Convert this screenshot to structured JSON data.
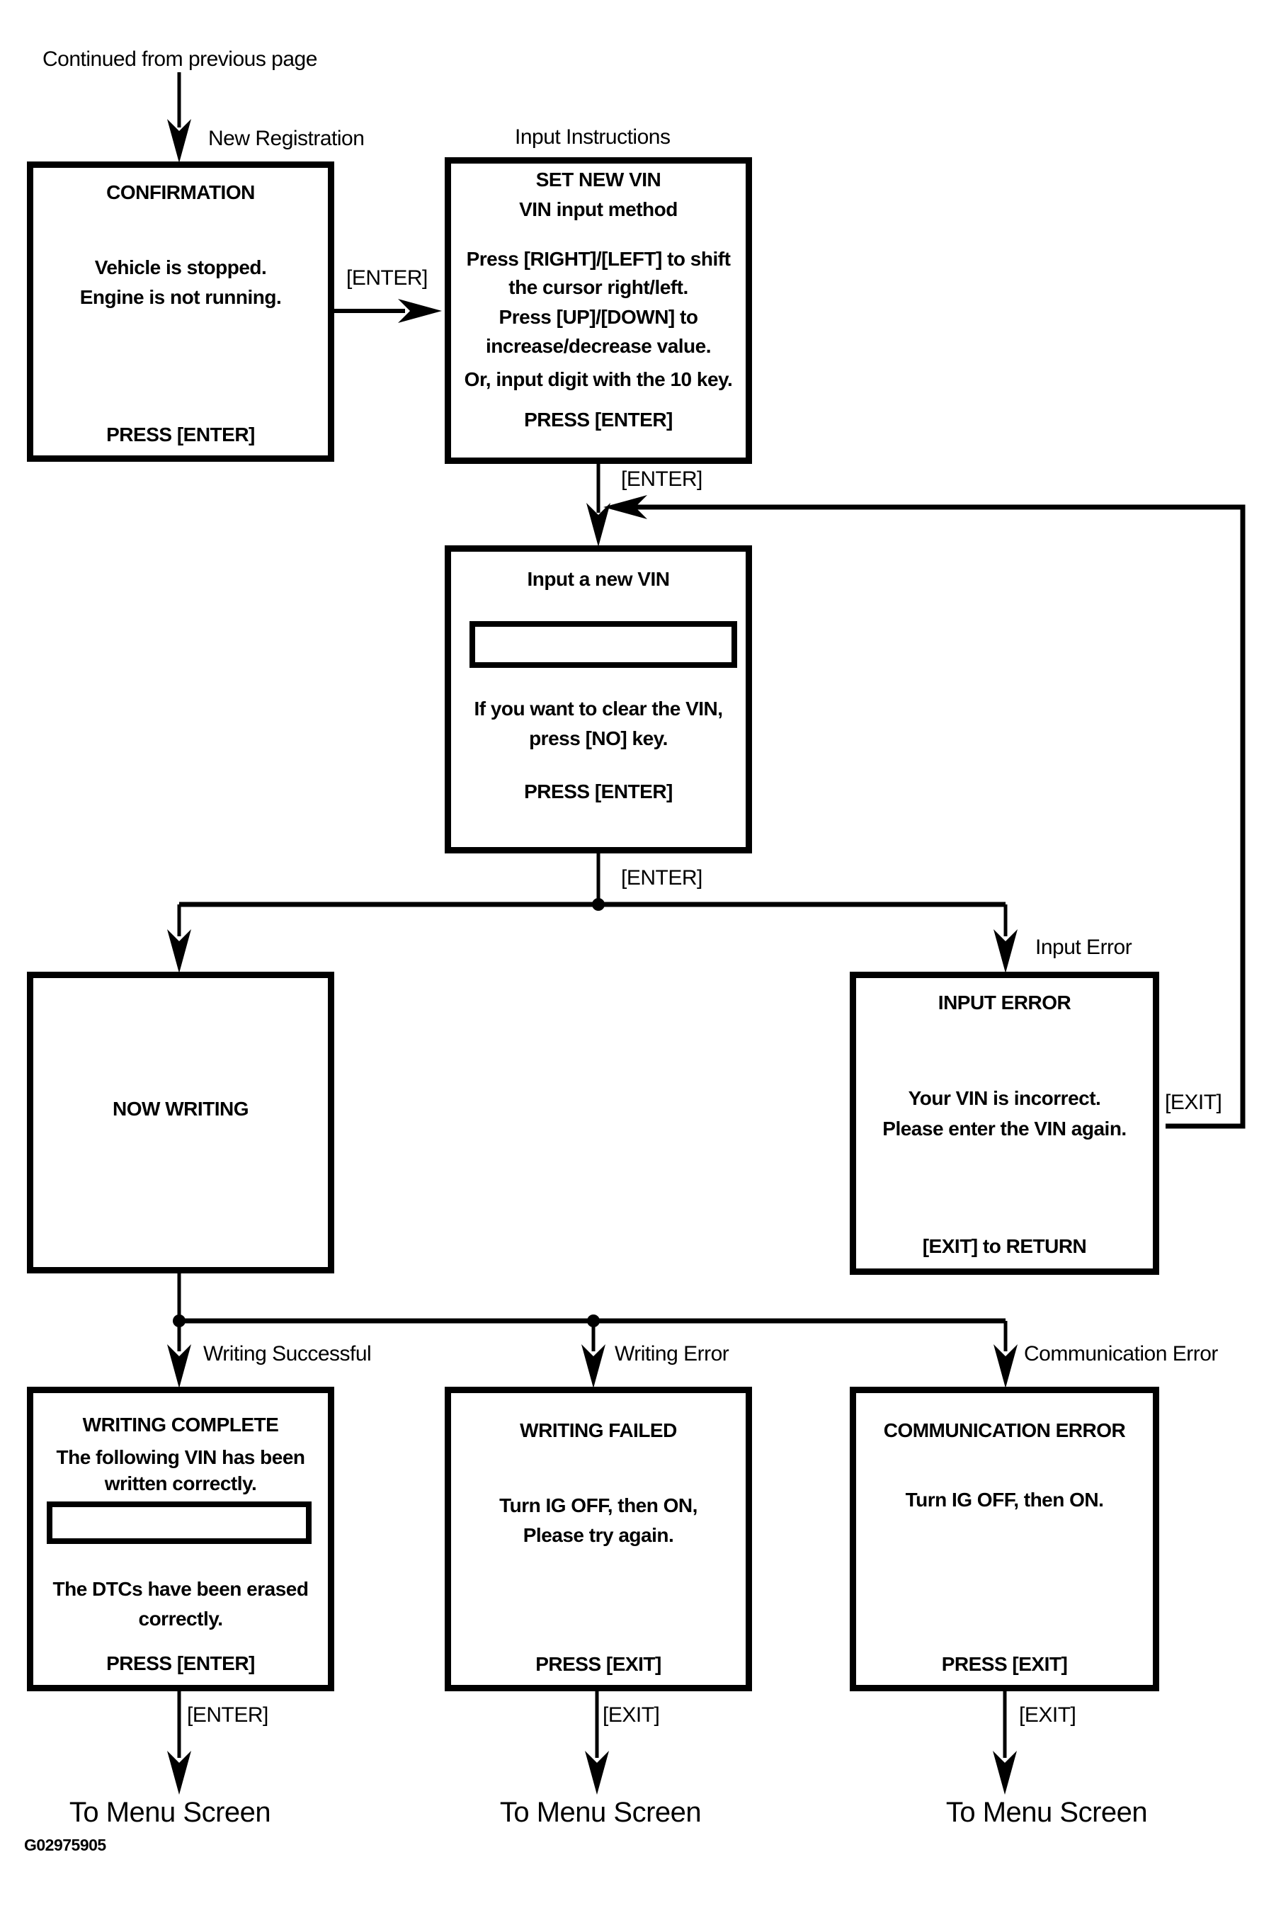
{
  "page": {
    "continued_label": "Continued from previous page",
    "figure_id": "G02975905"
  },
  "colors": {
    "line": "#000000",
    "background": "#ffffff"
  },
  "boxes": {
    "confirmation": {
      "label": "New Registration",
      "title": "CONFIRMATION",
      "line1": "Vehicle is stopped.",
      "line2": "Engine is not running.",
      "action": "PRESS [ENTER]"
    },
    "input_instructions": {
      "label": "Input Instructions",
      "title1": "SET NEW VIN",
      "title2": "VIN input method",
      "line1": "Press [RIGHT]/[LEFT] to shift",
      "line2": "the cursor right/left.",
      "line3": "Press [UP]/[DOWN] to",
      "line4": "increase/decrease value.",
      "line5": "Or, input digit with the 10 key.",
      "action": "PRESS [ENTER]"
    },
    "input_vin": {
      "title": "Input a new VIN",
      "vin_field_value": "",
      "line1": "If you want to clear the VIN,",
      "line2": "press [NO] key.",
      "action": "PRESS [ENTER]"
    },
    "now_writing": {
      "title": "NOW WRITING"
    },
    "input_error": {
      "label": "Input Error",
      "title": "INPUT ERROR",
      "line1": "Your VIN is incorrect.",
      "line2": "Please enter the VIN again.",
      "action": "[EXIT] to RETURN"
    },
    "writing_complete": {
      "label": "Writing Successful",
      "title": "WRITING COMPLETE",
      "line1": "The following VIN has been",
      "line2": "written correctly.",
      "vin_field_value": "",
      "line3": "The DTCs have been erased",
      "line4": "correctly.",
      "action": "PRESS [ENTER]"
    },
    "writing_failed": {
      "label": "Writing Error",
      "title": "WRITING FAILED",
      "line1": "Turn IG OFF, then ON,",
      "line2": "Please try again.",
      "action": "PRESS [EXIT]"
    },
    "communication_error": {
      "label": "Communication Error",
      "title": "COMMUNICATION ERROR",
      "line1": "Turn IG OFF, then ON.",
      "action": "PRESS [EXIT]"
    }
  },
  "edges": {
    "confirm_to_instructions": "[ENTER]",
    "instructions_to_input": "[ENTER]",
    "input_to_branch": "[ENTER]",
    "error_exit": "[EXIT]",
    "complete_to_menu": "[ENTER]",
    "failed_to_menu": "[EXIT]",
    "comm_to_menu": "[EXIT]"
  },
  "terminals": {
    "menu_left": "To Menu Screen",
    "menu_center": "To Menu Screen",
    "menu_right": "To Menu Screen"
  }
}
